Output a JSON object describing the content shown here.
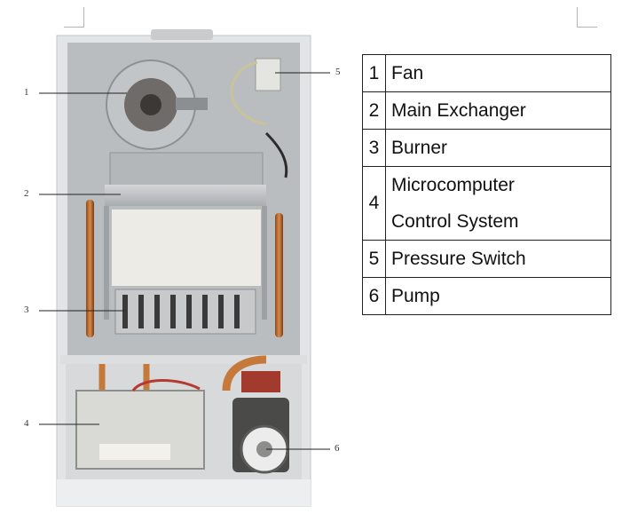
{
  "callouts": [
    {
      "number": "1",
      "label": "Fan"
    },
    {
      "number": "2",
      "label": "Main Exchanger"
    },
    {
      "number": "3",
      "label": "Burner"
    },
    {
      "number": "4",
      "label_lines": [
        "Microcomputer",
        "Control System"
      ]
    },
    {
      "number": "5",
      "label": "Pressure Switch"
    },
    {
      "number": "6",
      "label": "Pump"
    }
  ]
}
